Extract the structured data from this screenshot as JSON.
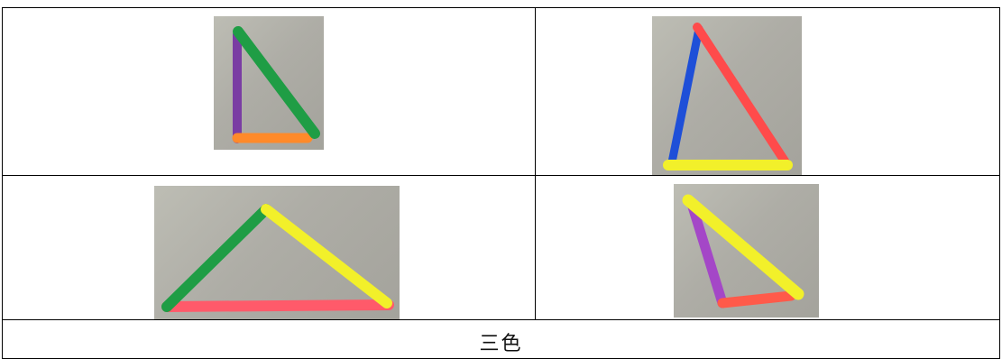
{
  "caption": "三色",
  "photos": [
    {
      "id": "photo-1",
      "sticks": [
        "#7a3da3",
        "#1f9d45",
        "#ff8a2a"
      ]
    },
    {
      "id": "photo-2",
      "sticks": [
        "#1e4fd8",
        "#ff4b4b",
        "#f2f02a"
      ]
    },
    {
      "id": "photo-3",
      "sticks": [
        "#1f9d45",
        "#f2f02a",
        "#ff5a6a"
      ]
    },
    {
      "id": "photo-4",
      "sticks": [
        "#a447c7",
        "#f2f02a",
        "#ff5a4a"
      ]
    }
  ],
  "colors": {
    "border": "#000000",
    "background": "#ffffff",
    "photo_bg": "#adaca5"
  }
}
